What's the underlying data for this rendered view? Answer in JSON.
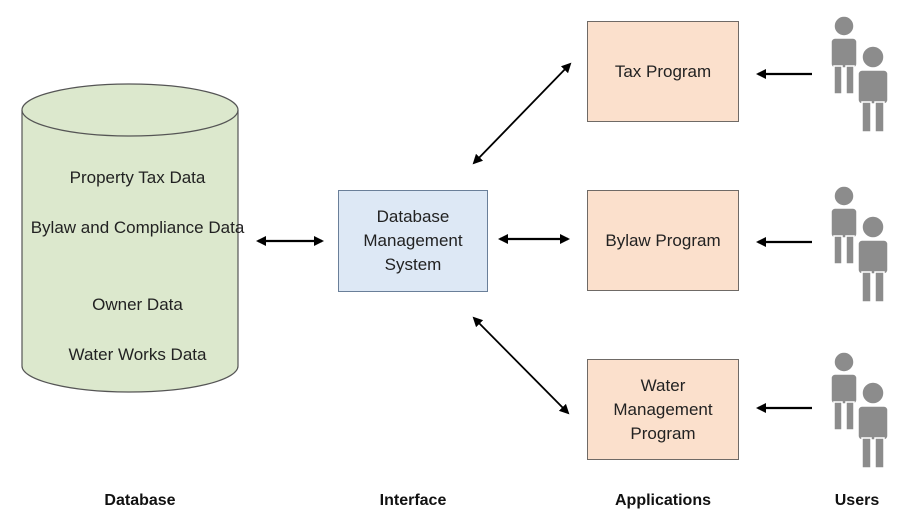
{
  "database": {
    "items": [
      "Property Tax Data",
      "Bylaw and Compliance Data",
      "Owner Data",
      "Water Works Data"
    ],
    "fill": "#dce8cd",
    "stroke": "#555555"
  },
  "interface": {
    "label": "Database Management System"
  },
  "applications": [
    {
      "label": "Tax Program"
    },
    {
      "label": "Bylaw Program"
    },
    {
      "label": "Water Management Program"
    }
  ],
  "columns": {
    "database": "Database",
    "interface": "Interface",
    "applications": "Applications",
    "users": "Users"
  },
  "colors": {
    "interface_fill": "#dde8f5",
    "application_fill": "#fbe0cc",
    "user_icon": "#8c8c8c",
    "arrow": "#000000"
  },
  "icons": [
    "users-icon",
    "users-icon",
    "users-icon"
  ]
}
